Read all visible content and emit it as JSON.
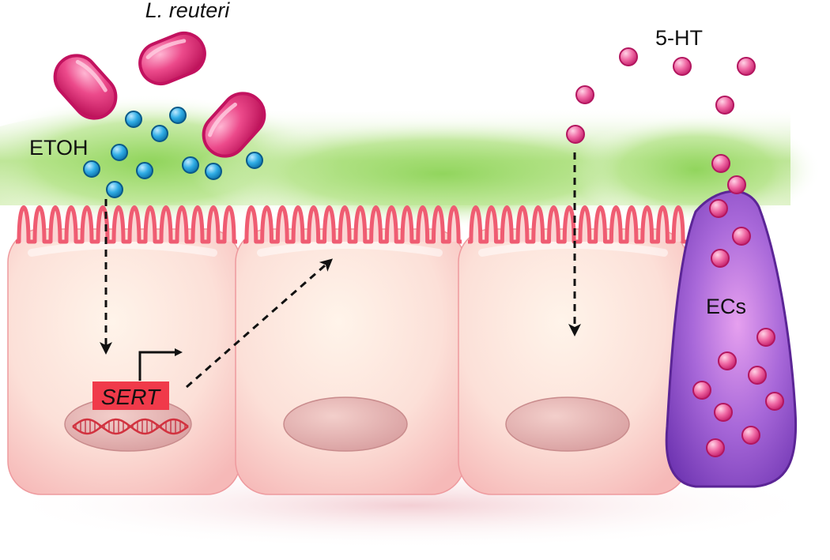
{
  "labels": {
    "bacteria": "L. reuteri",
    "serotonin": "5-HT",
    "ethanol": "ETOH",
    "enteroendocrine": "ECs",
    "gene": "SERT"
  },
  "icons": {
    "bacterium": "l-reuteri-bacterium-icon",
    "ethanol_molecule": "etoh-molecule-icon",
    "serotonin_molecule": "serotonin-molecule-icon",
    "dna": "dna-helix-icon",
    "transcription_arrow": "transcription-start-arrow-icon"
  },
  "colors": {
    "mucus": "#8fd45a",
    "bacterium": "#e4206e",
    "etoh": "#2aa3dc",
    "serotonin": "#ee4d92",
    "ec_cell": "#8a4bc9",
    "epithelial_cell": "#fbd6d4",
    "microvilli": "#ef5c72",
    "sert_box": "#f03a4a"
  }
}
